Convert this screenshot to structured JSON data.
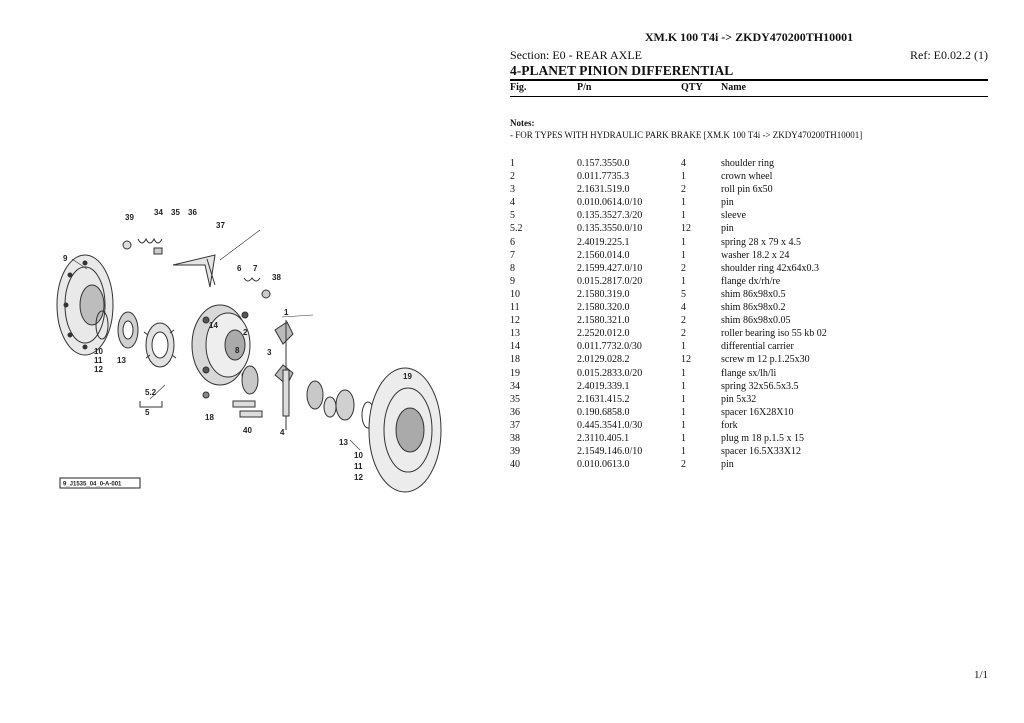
{
  "header": {
    "model": "XM.K 100 T4i -> ZKDY470200TH10001",
    "section": "Section: E0 - REAR AXLE",
    "ref": "Ref: E0.02.2 (1)",
    "group_title": "4-PLANET PINION DIFFERENTIAL"
  },
  "columns": {
    "fig": "Fig.",
    "pn": "P/n",
    "qty": "QTY",
    "name": "Name"
  },
  "notes": {
    "label": "Notes:",
    "text": "- FOR TYPES WITH HYDRAULIC PARK BRAKE [XM.K 100 T4i -> ZKDY470200TH10001]"
  },
  "parts": [
    {
      "fig": "1",
      "pn": "0.157.3550.0",
      "qty": "4",
      "name": "shoulder ring"
    },
    {
      "fig": "2",
      "pn": "0.011.7735.3",
      "qty": "1",
      "name": "crown wheel"
    },
    {
      "fig": "3",
      "pn": "2.1631.519.0",
      "qty": "2",
      "name": "roll pin 6x50"
    },
    {
      "fig": "4",
      "pn": "0.010.0614.0/10",
      "qty": "1",
      "name": "pin"
    },
    {
      "fig": "5",
      "pn": "0.135.3527.3/20",
      "qty": "1",
      "name": "sleeve"
    },
    {
      "fig": "5.2",
      "pn": "0.135.3550.0/10",
      "qty": "12",
      "name": "pin"
    },
    {
      "fig": "6",
      "pn": "2.4019.225.1",
      "qty": "1",
      "name": "spring 28 x 79 x 4.5"
    },
    {
      "fig": "7",
      "pn": "2.1560.014.0",
      "qty": "1",
      "name": "washer 18.2 x 24"
    },
    {
      "fig": "8",
      "pn": "2.1599.427.0/10",
      "qty": "2",
      "name": "shoulder ring 42x64x0.3"
    },
    {
      "fig": "9",
      "pn": "0.015.2817.0/20",
      "qty": "1",
      "name": "flange dx/rh/re"
    },
    {
      "fig": "10",
      "pn": "2.1580.319.0",
      "qty": "5",
      "name": "shim 86x98x0.5"
    },
    {
      "fig": "11",
      "pn": "2.1580.320.0",
      "qty": "4",
      "name": "shim 86x98x0.2"
    },
    {
      "fig": "12",
      "pn": "2.1580.321.0",
      "qty": "2",
      "name": "shim 86x98x0.05"
    },
    {
      "fig": "13",
      "pn": "2.2520.012.0",
      "qty": "2",
      "name": "roller bearing iso 55 kb 02"
    },
    {
      "fig": "14",
      "pn": "0.011.7732.0/30",
      "qty": "1",
      "name": "differential carrier"
    },
    {
      "fig": "18",
      "pn": "2.0129.028.2",
      "qty": "12",
      "name": "screw m 12 p.1.25x30"
    },
    {
      "fig": "19",
      "pn": "0.015.2833.0/20",
      "qty": "1",
      "name": "flange sx/lh/li"
    },
    {
      "fig": "34",
      "pn": "2.4019.339.1",
      "qty": "1",
      "name": "spring 32x56.5x3.5"
    },
    {
      "fig": "35",
      "pn": "2.1631.415.2",
      "qty": "1",
      "name": "pin 5x32"
    },
    {
      "fig": "36",
      "pn": "0.190.6858.0",
      "qty": "1",
      "name": "spacer 16X28X10"
    },
    {
      "fig": "37",
      "pn": "0.445.3541.0/30",
      "qty": "1",
      "name": "fork"
    },
    {
      "fig": "38",
      "pn": "2.3110.405.1",
      "qty": "1",
      "name": "plug m 18 p.1.5 x 15"
    },
    {
      "fig": "39",
      "pn": "2.1549.146.0/10",
      "qty": "1",
      "name": "spacer 16.5X33X12"
    },
    {
      "fig": "40",
      "pn": "0.010.0613.0",
      "qty": "2",
      "name": "pin"
    }
  ],
  "diagram": {
    "code": "9_J1535_04_0-A-001",
    "callouts": [
      "39",
      "34",
      "35",
      "36",
      "37",
      "9",
      "6",
      "7",
      "38",
      "1",
      "14",
      "2",
      "8",
      "3",
      "19",
      "10",
      "11",
      "12",
      "13",
      "5.2",
      "5",
      "18",
      "40",
      "4",
      "13",
      "10",
      "11",
      "12"
    ]
  },
  "footer": {
    "page": "1/1"
  }
}
